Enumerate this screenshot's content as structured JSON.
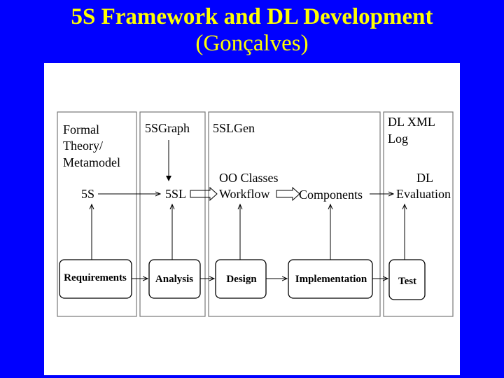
{
  "slide": {
    "title_line1": "5S Framework and DL Development",
    "title_line2": "(Gonçalves)"
  },
  "colors": {
    "background": "#0000ff",
    "title": "#ffff00",
    "panel": "#ffffff"
  },
  "diagram": {
    "columns": {
      "col1": {
        "line1": "Formal",
        "line2": "Theory/",
        "line3": "Metamodel",
        "product": "5S"
      },
      "col2": {
        "tool": "5SGraph",
        "product": "5SL"
      },
      "col3": {
        "tool": "5SLGen",
        "product_line1": "OO Classes",
        "product_line2": "Workflow"
      },
      "col4": {
        "product": "Components"
      },
      "col5": {
        "line1": "DL XML",
        "line2": "Log",
        "product_line1": "DL",
        "product_line2": "Evaluation"
      }
    },
    "phases": [
      "Requirements",
      "Analysis",
      "Design",
      "Implementation",
      "Test"
    ]
  }
}
